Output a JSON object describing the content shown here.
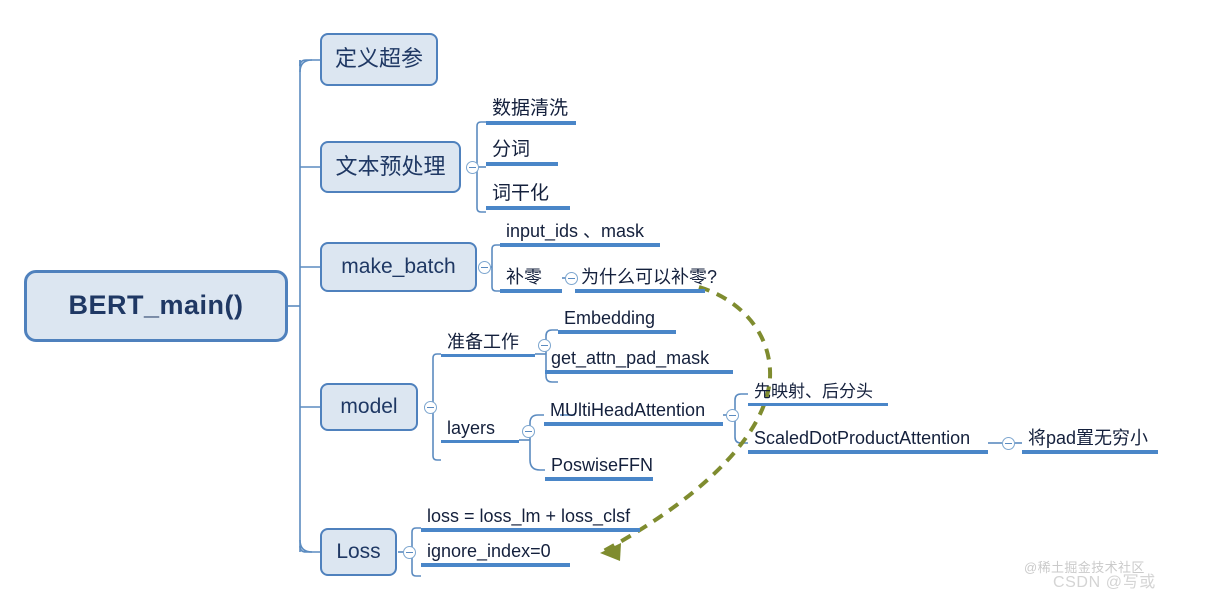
{
  "diagram": {
    "type": "mind-map",
    "title": "BERT_main()",
    "colors": {
      "node_fill": "#dce6f1",
      "node_border": "#4f81bd",
      "node_text": "#1f3864",
      "branch_line": "#4a86c8",
      "spine_line": "#5b8bc0",
      "arrow_dashed": "#7f8c2f",
      "background": "#ffffff"
    },
    "root": {
      "label": "BERT_main()"
    },
    "branches": [
      {
        "label": "定义超参",
        "has_toggle": false,
        "children": []
      },
      {
        "label": "文本预处理",
        "has_toggle": true,
        "children": [
          {
            "label": "数据清洗"
          },
          {
            "label": "分词"
          },
          {
            "label": "词干化"
          }
        ]
      },
      {
        "label": "make_batch",
        "has_toggle": true,
        "children": [
          {
            "label": "input_ids 、mask"
          },
          {
            "label": "补零",
            "has_toggle": true,
            "children": [
              {
                "label": "为什么可以补零?"
              }
            ]
          }
        ]
      },
      {
        "label": "model",
        "has_toggle": true,
        "children": [
          {
            "label": "准备工作",
            "has_toggle": true,
            "children": [
              {
                "label": "Embedding"
              },
              {
                "label": "get_attn_pad_mask"
              }
            ]
          },
          {
            "label": "layers",
            "has_toggle": true,
            "children": [
              {
                "label": "MUltiHeadAttention",
                "has_toggle": true,
                "children": [
                  {
                    "label": "先映射、后分头"
                  },
                  {
                    "label": "ScaledDotProductAttention",
                    "has_toggle": true,
                    "children": [
                      {
                        "label": "将pad置无穷小"
                      }
                    ]
                  }
                ]
              },
              {
                "label": "PoswiseFFN"
              }
            ]
          }
        ]
      },
      {
        "label": "Loss",
        "has_toggle": true,
        "children": [
          {
            "label": "loss = loss_lm + loss_clsf"
          },
          {
            "label": "ignore_index=0"
          }
        ]
      }
    ],
    "annotation_arrow": {
      "from": "为什么可以补零?",
      "to": "ignore_index=0",
      "style": "dashed-curved-arrow",
      "color": "#7f8c2f"
    }
  },
  "watermarks": {
    "juejin": "@稀土掘金技术社区",
    "csdn": "CSDN @写或"
  }
}
